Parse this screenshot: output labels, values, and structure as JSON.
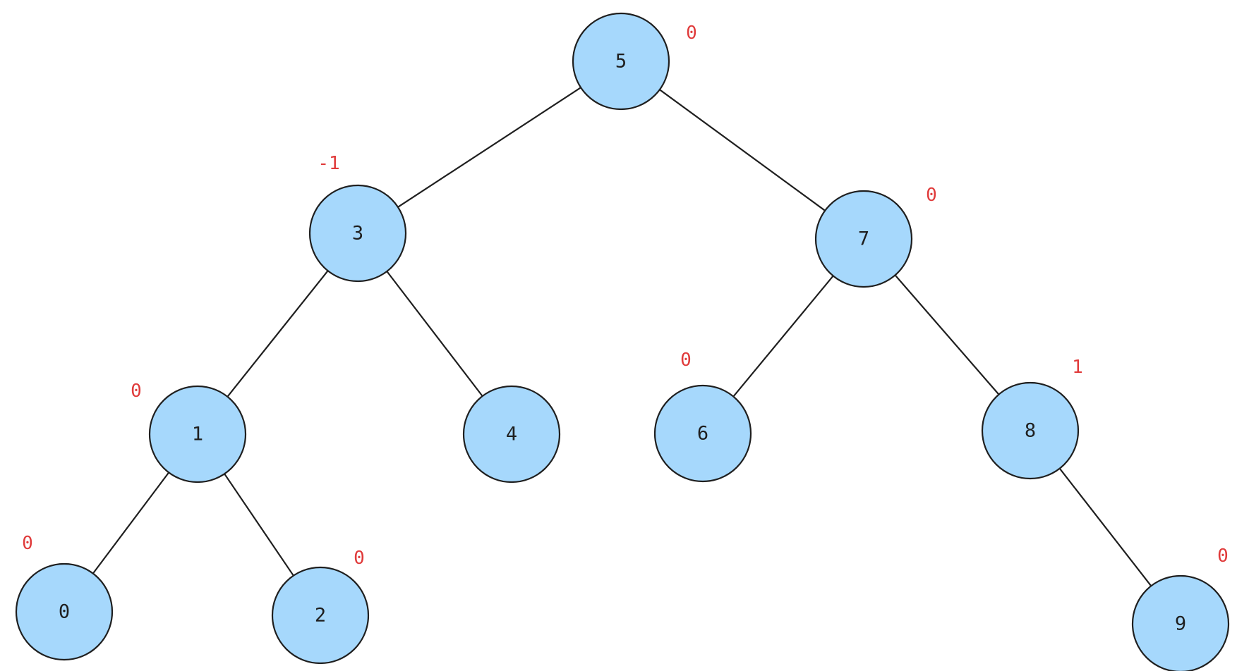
{
  "diagram": {
    "type": "binary-tree",
    "colors": {
      "node_fill": "#a6d8fc",
      "node_stroke": "#1f1f1f",
      "edge": "#1f1f1f",
      "balance_text": "#e03b3b",
      "label_text": "#1f1f1f"
    },
    "nodes": [
      {
        "id": "n5",
        "label": "5",
        "balance": "0"
      },
      {
        "id": "n3",
        "label": "3",
        "balance": "-1"
      },
      {
        "id": "n7",
        "label": "7",
        "balance": "0"
      },
      {
        "id": "n1",
        "label": "1",
        "balance": "0"
      },
      {
        "id": "n4",
        "label": "4",
        "balance": ""
      },
      {
        "id": "n6",
        "label": "6",
        "balance": "0"
      },
      {
        "id": "n8",
        "label": "8",
        "balance": "1"
      },
      {
        "id": "n0",
        "label": "0",
        "balance": "0"
      },
      {
        "id": "n2",
        "label": "2",
        "balance": "0"
      },
      {
        "id": "n9",
        "label": "9",
        "balance": "0"
      }
    ],
    "edges": [
      {
        "from": "n5",
        "to": "n3"
      },
      {
        "from": "n5",
        "to": "n7"
      },
      {
        "from": "n3",
        "to": "n1"
      },
      {
        "from": "n3",
        "to": "n4"
      },
      {
        "from": "n7",
        "to": "n6"
      },
      {
        "from": "n7",
        "to": "n8"
      },
      {
        "from": "n1",
        "to": "n0"
      },
      {
        "from": "n1",
        "to": "n2"
      },
      {
        "from": "n8",
        "to": "n9"
      }
    ]
  }
}
